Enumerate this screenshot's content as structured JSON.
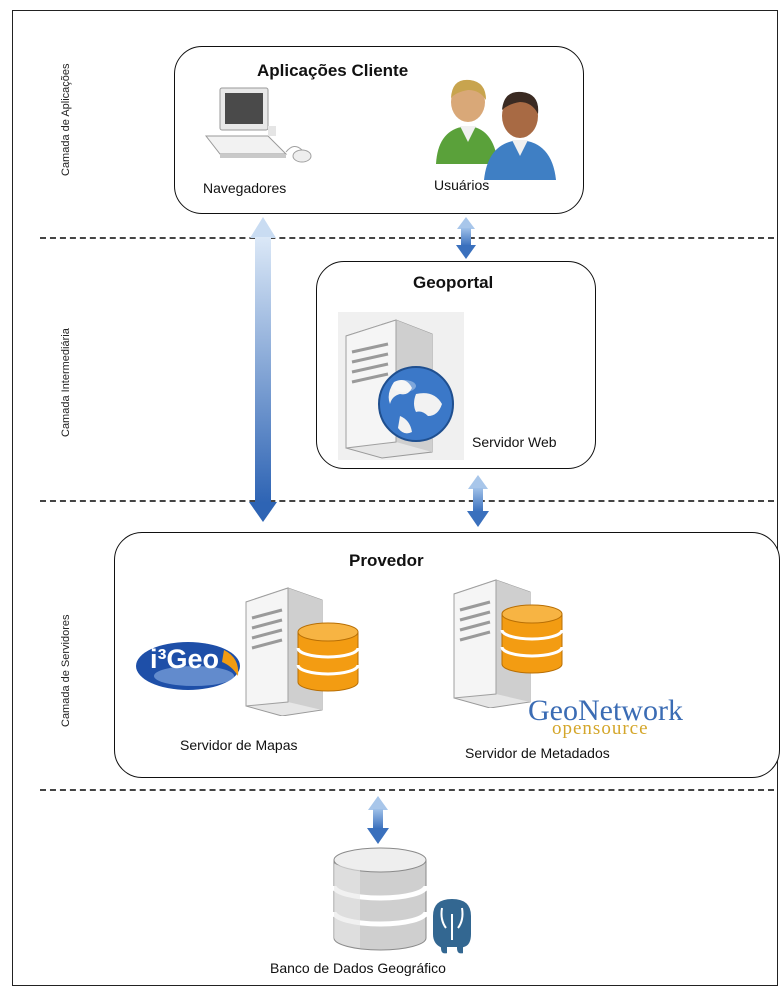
{
  "layers": {
    "applications": "Camada de Aplicações",
    "intermediate": "Camada  Intermediária",
    "servers": "Camada de Servidores"
  },
  "client_apps": {
    "title": "Aplicações Cliente",
    "browsers_label": "Navegadores",
    "users_label": "Usuários"
  },
  "geoportal": {
    "title": "Geoportal",
    "web_server_label": "Servidor Web"
  },
  "provider": {
    "title": "Provedor",
    "map_server_label": "Servidor de Mapas",
    "metadata_server_label": "Servidor de Metadados",
    "i3geo_logo_text": "i³Geo",
    "geonetwork_logo_text": "GeoNetwork",
    "geonetwork_logo_subtext": "opensource"
  },
  "database": {
    "label": "Banco de Dados Geográfico"
  },
  "icons": [
    "laptop-icon",
    "users-icon",
    "web-server-icon",
    "globe-icon",
    "server-icon",
    "database-icon",
    "postgresql-elephant-icon"
  ],
  "colors": {
    "arrow_light": "#cfe0f5",
    "arrow_dark": "#2e64b4",
    "database_orange": "#f39c12",
    "server_gray": "#d9d9d9"
  }
}
